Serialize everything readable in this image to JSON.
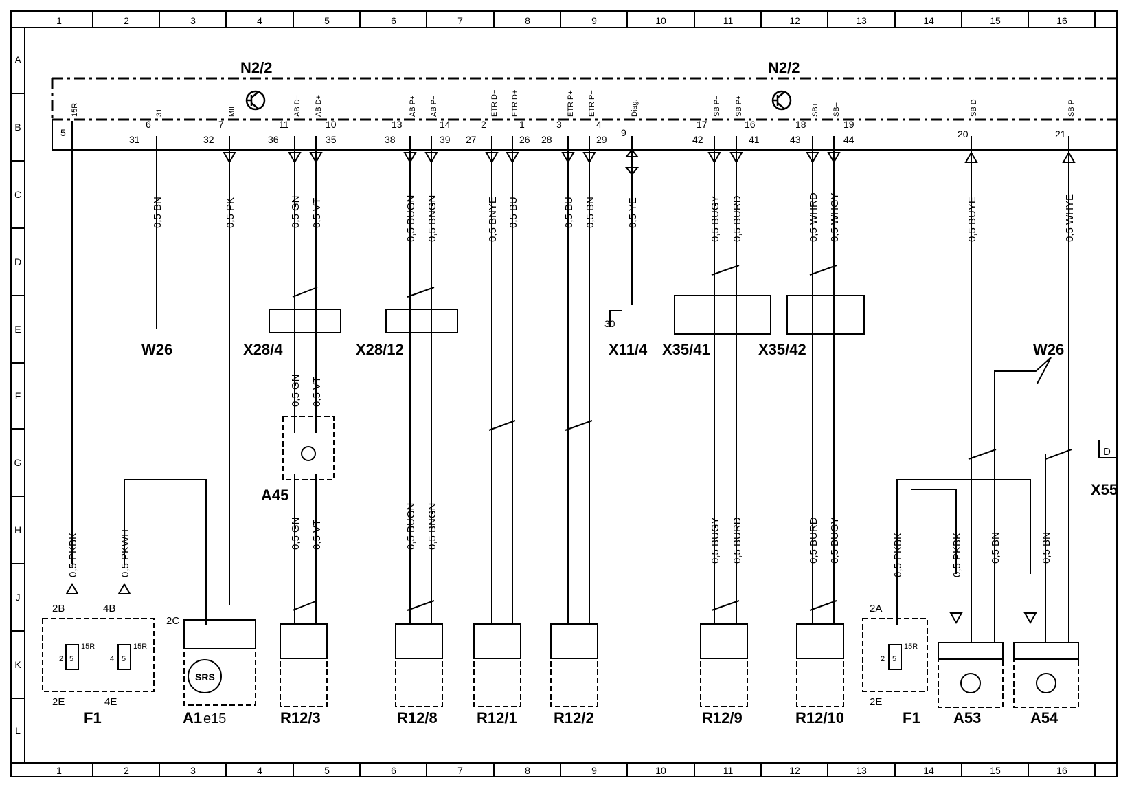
{
  "columns": [
    "1",
    "2",
    "3",
    "4",
    "5",
    "6",
    "7",
    "8",
    "9",
    "10",
    "11",
    "12",
    "13",
    "14",
    "15",
    "16"
  ],
  "rows": [
    "A",
    "B",
    "C",
    "D",
    "E",
    "F",
    "G",
    "H",
    "J",
    "K",
    "L"
  ],
  "control_unit": {
    "left_label": "N2/2",
    "right_label": "N2/2"
  },
  "signals": [
    "15R",
    "31",
    "MIL",
    "AB D−",
    "AB D+",
    "AB P+",
    "AB P−",
    "ETR D−",
    "ETR D+",
    "ETR P+",
    "ETR P−",
    "Diag.",
    "SB P−",
    "SB P+",
    "SB+",
    "SB−",
    "SB D",
    "SB P"
  ],
  "upper_wires": [
    "0,5 BN",
    "0,5 PK",
    "0,5 GN",
    "0,5 VT",
    "0,5 BUGN",
    "0,5 BNGN",
    "0,5 BNYE",
    "0,5 BU",
    "0,5 BU",
    "0,5 BN",
    "0,5 YE",
    "0,5 BUGY",
    "0,5 BURD",
    "0,5 WHRD",
    "0,5 WHGY",
    "0,5 BUYE",
    "0,5 WHYE"
  ],
  "mid_wires": [
    "0,5 GN",
    "0,5 VT"
  ],
  "lower_wires": [
    "0,5 PKBK",
    "0,5 PKWH",
    "0,5 GN",
    "0,5 VT",
    "0,5 BUGN",
    "0,5 BNGN",
    "0,5 BUGY",
    "0,5 BURD",
    "0,5 BURD",
    "0,5 BUGY",
    "0,5 PKBK",
    "0,5 PKBK",
    "0,5 BN",
    "0,5 BN"
  ],
  "connectors": [
    "W26",
    "X28/4",
    "X28/12",
    "X11/4",
    "X35/41",
    "X35/42",
    "W26",
    "X55"
  ],
  "components": [
    "F1",
    "A1",
    "e15",
    "R12/3",
    "R12/8",
    "R12/1",
    "R12/2",
    "R12/9",
    "R12/10",
    "F1",
    "A53",
    "A54",
    "A45"
  ],
  "srs": "SRS",
  "pins_ecu": [
    "5",
    "6",
    "7",
    "11",
    "10",
    "13",
    "14",
    "2",
    "1",
    "3",
    "4",
    "9",
    "17",
    "16",
    "18",
    "19",
    "20",
    "21"
  ],
  "pins_ecu_inner": [
    "31",
    "32",
    "36",
    "35",
    "38",
    "39",
    "27",
    "26",
    "28",
    "29",
    "42",
    "41",
    "43",
    "44"
  ],
  "fuse_labels": [
    "2B",
    "4B",
    "2E",
    "4E",
    "2C",
    "2A",
    "2E",
    "15R",
    "15R",
    "15R",
    "5",
    "5",
    "5",
    "2",
    "4",
    "2"
  ],
  "misc_pins": [
    "1",
    "2",
    "3",
    "4",
    "30",
    "D"
  ]
}
